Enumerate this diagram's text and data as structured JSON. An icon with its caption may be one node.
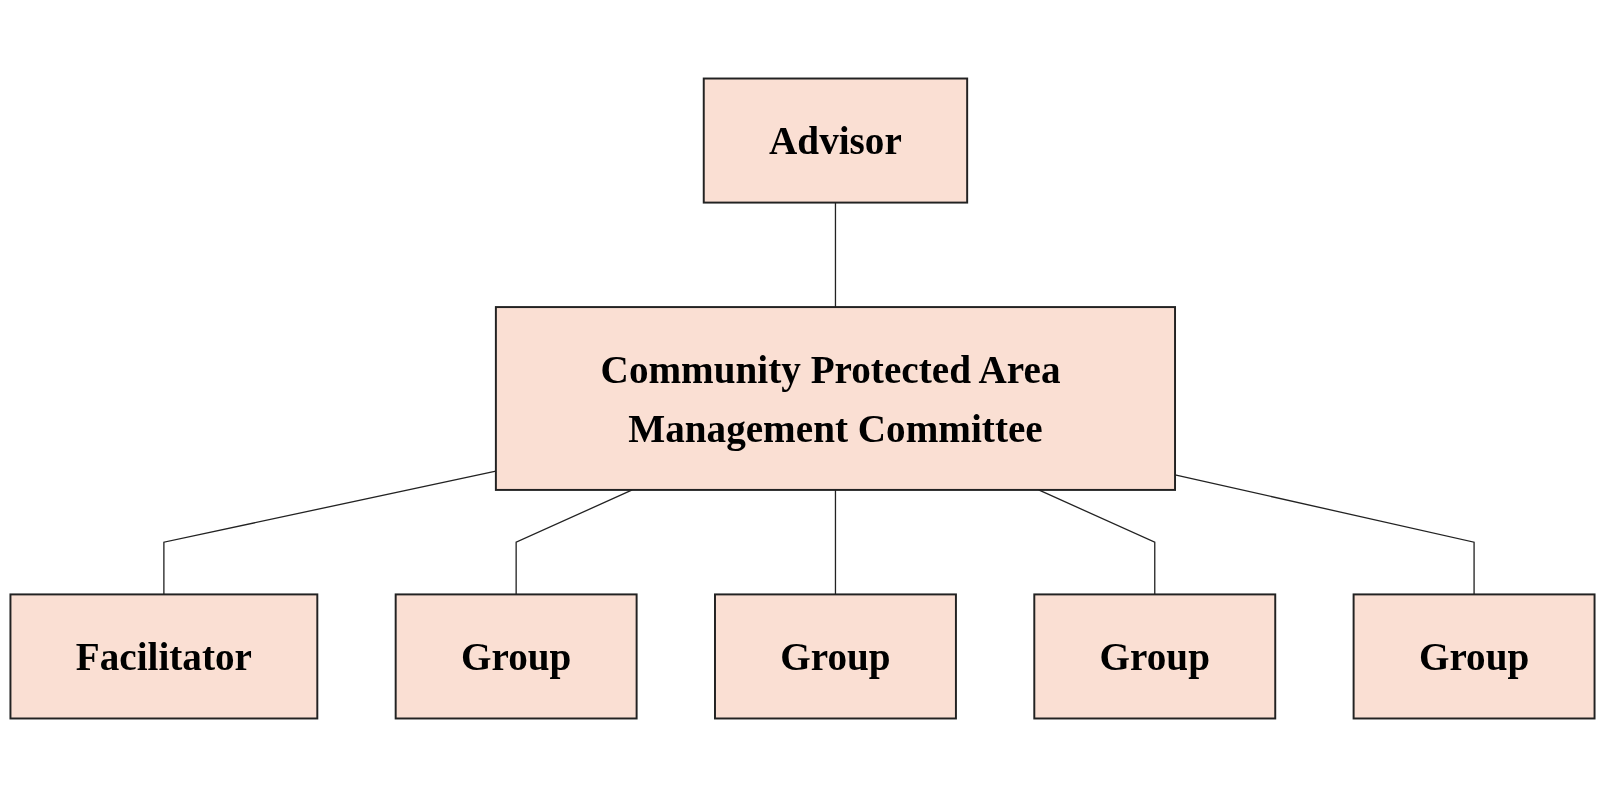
{
  "diagram": {
    "nodes": [
      {
        "text": [
          "Advisor"
        ]
      },
      {
        "text": [
          "Community Protected Area Management Committee"
        ]
      },
      {
        "text": [
          "Facilitator"
        ]
      },
      {
        "text": [
          "Group"
        ]
      },
      {
        "text": [
          "Group"
        ]
      },
      {
        "text": [
          "Group"
        ]
      },
      {
        "text": [
          "Group"
        ]
      }
    ],
    "edges": [
      {
        "from": 0,
        "to": 1,
        "arrow": "none"
      },
      {
        "from": 1,
        "to": 2,
        "arrow": "none"
      },
      {
        "from": 1,
        "to": 3,
        "arrow": "none"
      },
      {
        "from": 1,
        "to": 4,
        "arrow": "none"
      },
      {
        "from": 1,
        "to": 5,
        "arrow": "none"
      },
      {
        "from": 1,
        "to": 6,
        "arrow": "none"
      }
    ]
  }
}
